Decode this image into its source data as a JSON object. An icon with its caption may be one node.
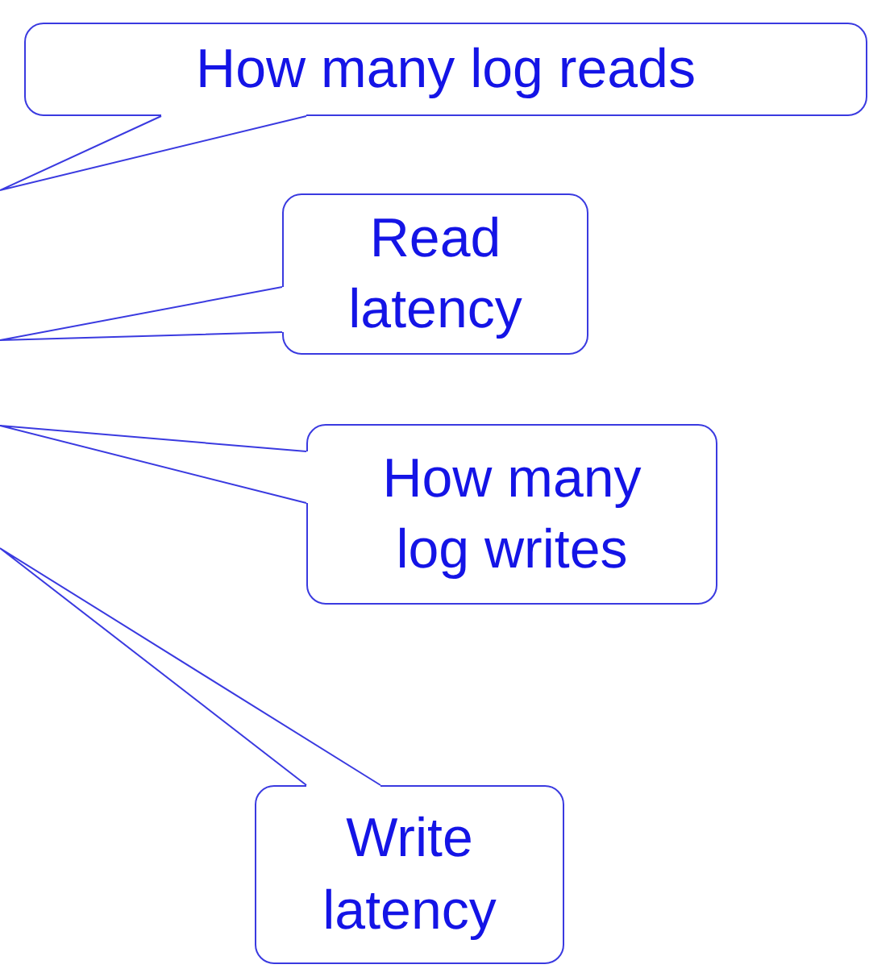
{
  "diagram": {
    "nodes": [
      {
        "text": [
          "How many log reads"
        ]
      },
      {
        "text": [
          "Read latency"
        ]
      },
      {
        "text": [
          "How many log writes"
        ]
      },
      {
        "text": [
          "Write latency"
        ]
      }
    ],
    "edges": [
      {
        "from": 0,
        "to": null,
        "arrow": "none"
      },
      {
        "from": 1,
        "to": null,
        "arrow": "none"
      },
      {
        "from": 2,
        "to": null,
        "arrow": "none"
      },
      {
        "from": 3,
        "to": null,
        "arrow": "none"
      }
    ]
  }
}
